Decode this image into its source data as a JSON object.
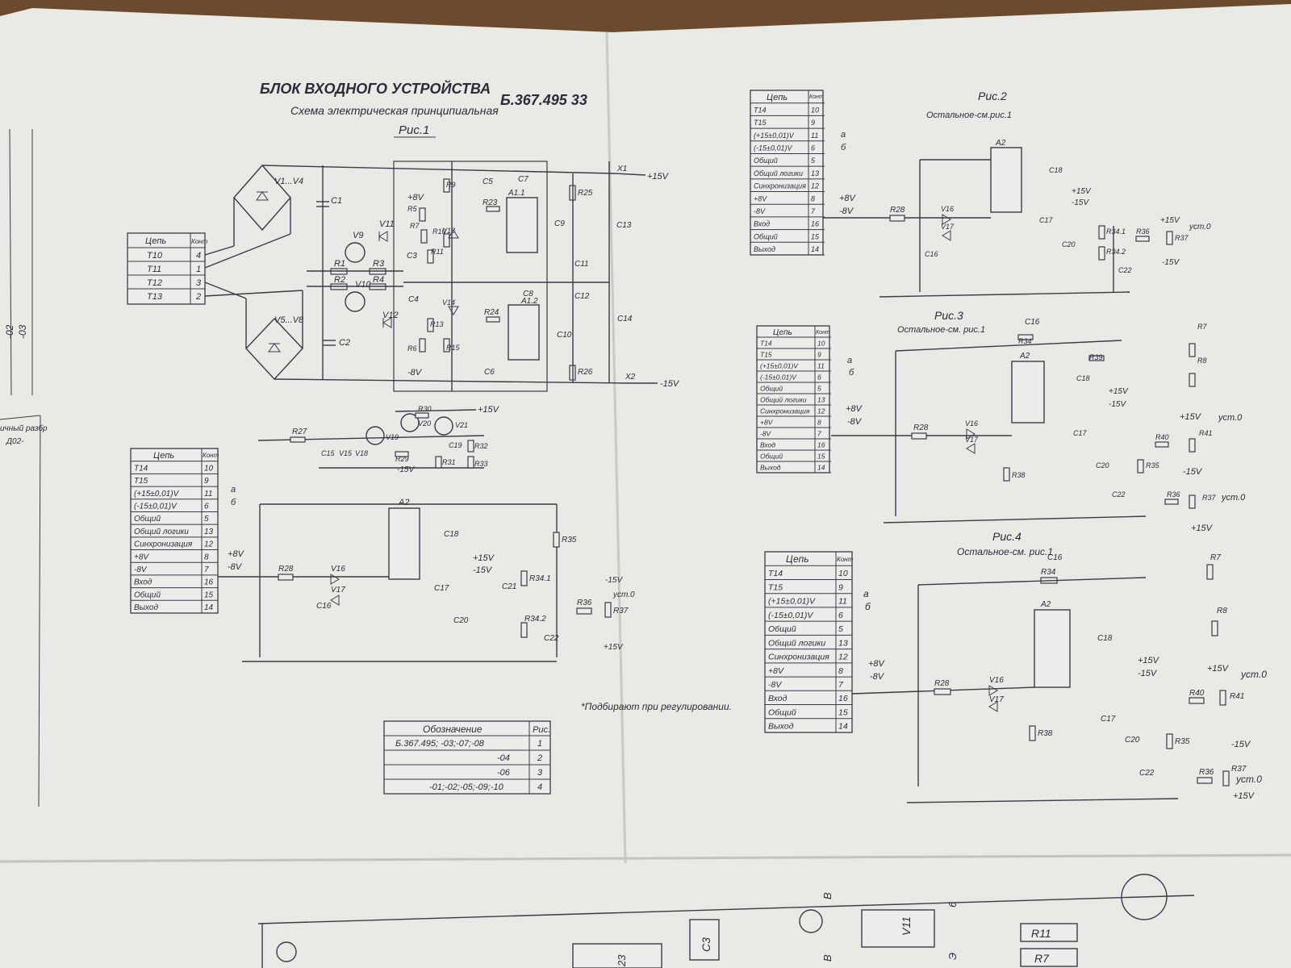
{
  "title": {
    "block_name": "БЛОК ВХОДНОГО УСТРОЙСТВА",
    "doc_number": "Б.367.495 33",
    "subtitle": "Схема электрическая принципиальная"
  },
  "figures": {
    "fig1": {
      "label": "Рис.1"
    },
    "fig2": {
      "label": "Рис.2",
      "note": "Остальное-см.рис.1"
    },
    "fig3": {
      "label": "Рис.3",
      "note": "Остальное-см. рис.1"
    },
    "fig4": {
      "label": "Рис.4",
      "note": "Остальное-см. рис.1"
    }
  },
  "power_table": {
    "headers": [
      "Цепь",
      "Конт"
    ],
    "rows": [
      [
        "T10",
        "4"
      ],
      [
        "T11",
        "1"
      ],
      [
        "T12",
        "3"
      ],
      [
        "T13",
        "2"
      ]
    ]
  },
  "signal_table": {
    "headers": [
      "Цепь",
      "Конт"
    ],
    "rows": [
      [
        "T14",
        "10"
      ],
      [
        "T15",
        "9"
      ],
      [
        "(+15±0,01)V",
        "11"
      ],
      [
        "(-15±0,01)V",
        "6"
      ],
      [
        "Общий",
        "5"
      ],
      [
        "Общий логики",
        "13"
      ],
      [
        "Синхронизация",
        "12"
      ],
      [
        "+8V",
        "8"
      ],
      [
        "-8V",
        "7"
      ],
      [
        "Вход",
        "16"
      ],
      [
        "Общий",
        "15"
      ],
      [
        "Выход",
        "14"
      ]
    ]
  },
  "rails": {
    "plus15": "+15V",
    "minus15": "-15V",
    "plus8": "+8V",
    "minus8": "-8V",
    "a": "а",
    "b": "б"
  },
  "components_fig1": [
    "V1...V4",
    "V5...V8",
    "C1",
    "C2",
    "V9",
    "V10",
    "V11",
    "V12",
    "R1",
    "R2",
    "R3",
    "R4",
    "+8V",
    "-8V",
    "R5",
    "R6",
    "R7",
    "R9",
    "R10",
    "R11",
    "R13",
    "R15",
    "V13",
    "V14",
    "C3",
    "C4",
    "C5",
    "C6",
    "C7",
    "C8",
    "C9",
    "C10",
    "C11",
    "C12",
    "C13",
    "C14",
    "A1.1",
    "A1.2",
    "R23",
    "R24",
    "R25",
    "R26",
    "X1",
    "X2",
    "R27",
    "C15",
    "V15",
    "V18",
    "V19",
    "V20",
    "V21",
    "R29",
    "R30",
    "R31",
    "R32",
    "R33",
    "C19",
    "A2",
    "R28",
    "V16",
    "V17",
    "C16",
    "C17",
    "C18",
    "C20",
    "C21",
    "C22",
    "R34.1",
    "R34.2",
    "R35",
    "R36",
    "R37",
    "уст.0"
  ],
  "components_fig2": [
    "A2",
    "R28",
    "V16",
    "V17",
    "C16",
    "C17",
    "C18",
    "C20",
    "C22",
    "R34.1",
    "R34.2",
    "R36",
    "R37",
    "уст.0"
  ],
  "components_fig3": [
    "C16",
    "R34",
    "R39",
    "A2",
    "R28",
    "V16",
    "V17",
    "R38",
    "C17",
    "C18",
    "C20",
    "C22",
    "R35",
    "R36",
    "R37",
    "R40",
    "R41",
    "R7",
    "R8",
    "уст.0"
  ],
  "components_fig4": [
    "C16",
    "R34",
    "A2",
    "R28",
    "V16",
    "V17",
    "R38",
    "C17",
    "C18",
    "C20",
    "C22",
    "R35",
    "R36",
    "R37",
    "R40",
    "R41",
    "R7",
    "R8",
    "уст.0"
  ],
  "footnote": "*Подбирают при регулировании.",
  "variant_table": {
    "headers": [
      "Обозначение",
      "Рис."
    ],
    "rows": [
      [
        "Б.367.495;  -03;-07;-08",
        "1"
      ],
      [
        "-04",
        "2"
      ],
      [
        "-06",
        "3"
      ],
      [
        "-01;-02;-05;-09;-10",
        "4"
      ]
    ]
  },
  "left_margin_texts": [
    "-02",
    "-03",
    "ичный разбр",
    "Д02-"
  ],
  "bottom_board_labels": [
    "C3",
    "V11",
    "R11",
    "R7",
    "23",
    "В",
    "Б",
    "Э",
    "6"
  ]
}
